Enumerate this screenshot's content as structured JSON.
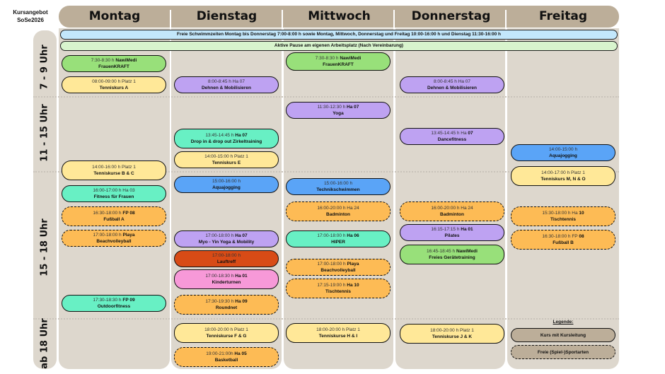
{
  "corner_title": [
    "Kursangebot",
    "SoSe2026"
  ],
  "days": [
    "Montag",
    "Dienstag",
    "Mittwoch",
    "Donnerstag",
    "Freitag"
  ],
  "time_blocks": [
    "7 - 9 Uhr",
    "11 - 15 Uhr",
    "15 - 18 Uhr",
    "ab 18 Uhr"
  ],
  "banners": {
    "swim": "Freie Schwimmzeiten Montag bis Donnerstag 7:00-8:00 h sowie Montag, Mittwoch, Donnerstag und Freitag 10:00-16:00 h und Dienstag 11:30-16:00 h",
    "pause": "Aktive Pause am eigenen Arbeitsplatz (Nach Vereinbarung)"
  },
  "colors": {
    "green": "#98e07a",
    "yellow": "#ffe898",
    "purple": "#bea2f2",
    "teal": "#68f0c4",
    "blue": "#5aa4f7",
    "orange": "#fdbb55",
    "red": "#d84b16",
    "pink": "#f799d8",
    "tan": "#bcae99",
    "swim": "#c3e7fb",
    "pause": "#d8f4cd"
  },
  "events": [
    {
      "day": "Montag",
      "time": "7:30-8:30 h",
      "loc": "NawiMedi",
      "name": "FrauenKRAFT",
      "color": "green",
      "dashed": false
    },
    {
      "day": "Montag",
      "time": "08:00-09:00 h Platz 1",
      "loc": "",
      "name": "Tenniskurs A",
      "color": "yellow",
      "dashed": false
    },
    {
      "day": "Montag",
      "time": "14:00-16:00 h Platz 1",
      "loc": "",
      "name": "Tenniskurse B & C",
      "color": "yellow",
      "dashed": false
    },
    {
      "day": "Montag",
      "time": "16:00-17:00 h Ha 03",
      "loc": "",
      "name": "Fitness für Frauen",
      "color": "teal",
      "dashed": false
    },
    {
      "day": "Montag",
      "time": "16:30-18:00 h",
      "loc": "FP 08",
      "name": "Fußball A",
      "color": "orange",
      "dashed": true
    },
    {
      "day": "Montag",
      "time": "17:00-18:00 h",
      "loc": "Playa",
      "name": "Beachvolleyball",
      "color": "orange",
      "dashed": true
    },
    {
      "day": "Montag",
      "time": "17:30-18:30 h",
      "loc": "FP 09",
      "name": "Outdoorfitness",
      "color": "teal",
      "dashed": false
    },
    {
      "day": "Dienstag",
      "time": "8:00-8:45 h Ha 07",
      "loc": "",
      "name": "Dehnen & Mobilisieren",
      "color": "purple",
      "dashed": false
    },
    {
      "day": "Dienstag",
      "time": "13:45-14:45 h",
      "loc": "Ha 07",
      "name": "Drop in & drop out Zirkeltraining",
      "color": "teal",
      "dashed": false
    },
    {
      "day": "Dienstag",
      "time": "14:00-15:00 h Platz 1",
      "loc": "",
      "name": "Tenniskurs E",
      "color": "yellow",
      "dashed": false
    },
    {
      "day": "Dienstag",
      "time": "15:00-16:00 h",
      "loc": "",
      "name": "Aquajogging",
      "color": "blue",
      "dashed": false
    },
    {
      "day": "Dienstag",
      "time": "17:00-18:00 h",
      "loc": "Ha 07",
      "name": "Myo - Yin Yoga & Mobility",
      "color": "purple",
      "dashed": false
    },
    {
      "day": "Dienstag",
      "time": "17:00-18:00 h",
      "loc": "",
      "name": "Lauftreff",
      "color": "red",
      "dashed": false
    },
    {
      "day": "Dienstag",
      "time": "17:00-18:30 h",
      "loc": "Ha 01",
      "name": "Kinderturnen",
      "color": "pink",
      "dashed": false
    },
    {
      "day": "Dienstag",
      "time": "17:30-19:30 h",
      "loc": "Ha 09",
      "name": "Roundnet",
      "color": "orange",
      "dashed": true
    },
    {
      "day": "Dienstag",
      "time": "18:00-20:00 h Platz 1",
      "loc": "",
      "name": "Tenniskurse F & G",
      "color": "yellow",
      "dashed": false
    },
    {
      "day": "Dienstag",
      "time": "19:00-21:00h",
      "loc": "Ha 05",
      "name": "Basketball",
      "color": "orange",
      "dashed": true
    },
    {
      "day": "Mittwoch",
      "time": "7:30-8:30 h",
      "loc": "NawiMedi",
      "name": "FrauenKRAFT",
      "color": "green",
      "dashed": false
    },
    {
      "day": "Mittwoch",
      "time": "11:30-12:30 h",
      "loc": "Ha 07",
      "name": "Yoga",
      "color": "purple",
      "dashed": false
    },
    {
      "day": "Mittwoch",
      "time": "15:00-16:00 h",
      "loc": "",
      "name": "Technikschwimmen",
      "color": "blue",
      "dashed": false
    },
    {
      "day": "Mittwoch",
      "time": "16:00-20:00 h Ha 24",
      "loc": "",
      "name": "Badminton",
      "color": "orange",
      "dashed": true
    },
    {
      "day": "Mittwoch",
      "time": "17:00-18:00 h",
      "loc": "Ha 06",
      "name": "HIPER",
      "color": "teal",
      "dashed": false
    },
    {
      "day": "Mittwoch",
      "time": "17:00-18:00 h",
      "loc": "Playa",
      "name": "Beachvolleyball",
      "color": "orange",
      "dashed": true
    },
    {
      "day": "Mittwoch",
      "time": "17:15-19:00 h",
      "loc": "Ha 10",
      "name": "Tischtennis",
      "color": "orange",
      "dashed": true
    },
    {
      "day": "Mittwoch",
      "time": "18:00-20:00 h Platz 1",
      "loc": "",
      "name": "Tenniskurse H & I",
      "color": "yellow",
      "dashed": false
    },
    {
      "day": "Donnerstag",
      "time": "8:00-8:45 h Ha 07",
      "loc": "",
      "name": "Dehnen & Mobilisieren",
      "color": "purple",
      "dashed": false
    },
    {
      "day": "Donnerstag",
      "time": "13:45-14:45 h Ha",
      "loc": "07",
      "name": "Dancefitness",
      "color": "purple",
      "dashed": false
    },
    {
      "day": "Donnerstag",
      "time": "16:00-20:00 h Ha 24",
      "loc": "",
      "name": "Badminton",
      "color": "orange",
      "dashed": true
    },
    {
      "day": "Donnerstag",
      "time": "16:15-17:15 h",
      "loc": "Ha 01",
      "name": "Pilates",
      "color": "purple",
      "dashed": false
    },
    {
      "day": "Donnerstag",
      "time": "16:45-18:45 h",
      "loc": "NawiMedi",
      "name": "Freies Gerätetraining",
      "color": "green",
      "dashed": false
    },
    {
      "day": "Donnerstag",
      "time": "18:00-20:00 h Platz 1",
      "loc": "",
      "name": "Tenniskurse J & K",
      "color": "yellow",
      "dashed": false
    },
    {
      "day": "Freitag",
      "time": "14:00-15:00 h",
      "loc": "",
      "name": "Aquajogging",
      "color": "blue",
      "dashed": false
    },
    {
      "day": "Freitag",
      "time": "14:00-17:00 h Platz 1",
      "loc": "",
      "name": "Tenniskurs M, N & O",
      "color": "yellow",
      "dashed": false
    },
    {
      "day": "Freitag",
      "time": "15:30-18:00 h Ha",
      "loc": "10",
      "name": "Tischtennis",
      "color": "orange",
      "dashed": true
    },
    {
      "day": "Freitag",
      "time": "16:30-18:00 h FP",
      "loc": "08",
      "name": "Fußball B",
      "color": "orange",
      "dashed": true
    }
  ],
  "legend": {
    "title": "Legende:",
    "course": "Kurs mit Kursleitung",
    "free": "Freie (Spiel-)Sportarten"
  }
}
